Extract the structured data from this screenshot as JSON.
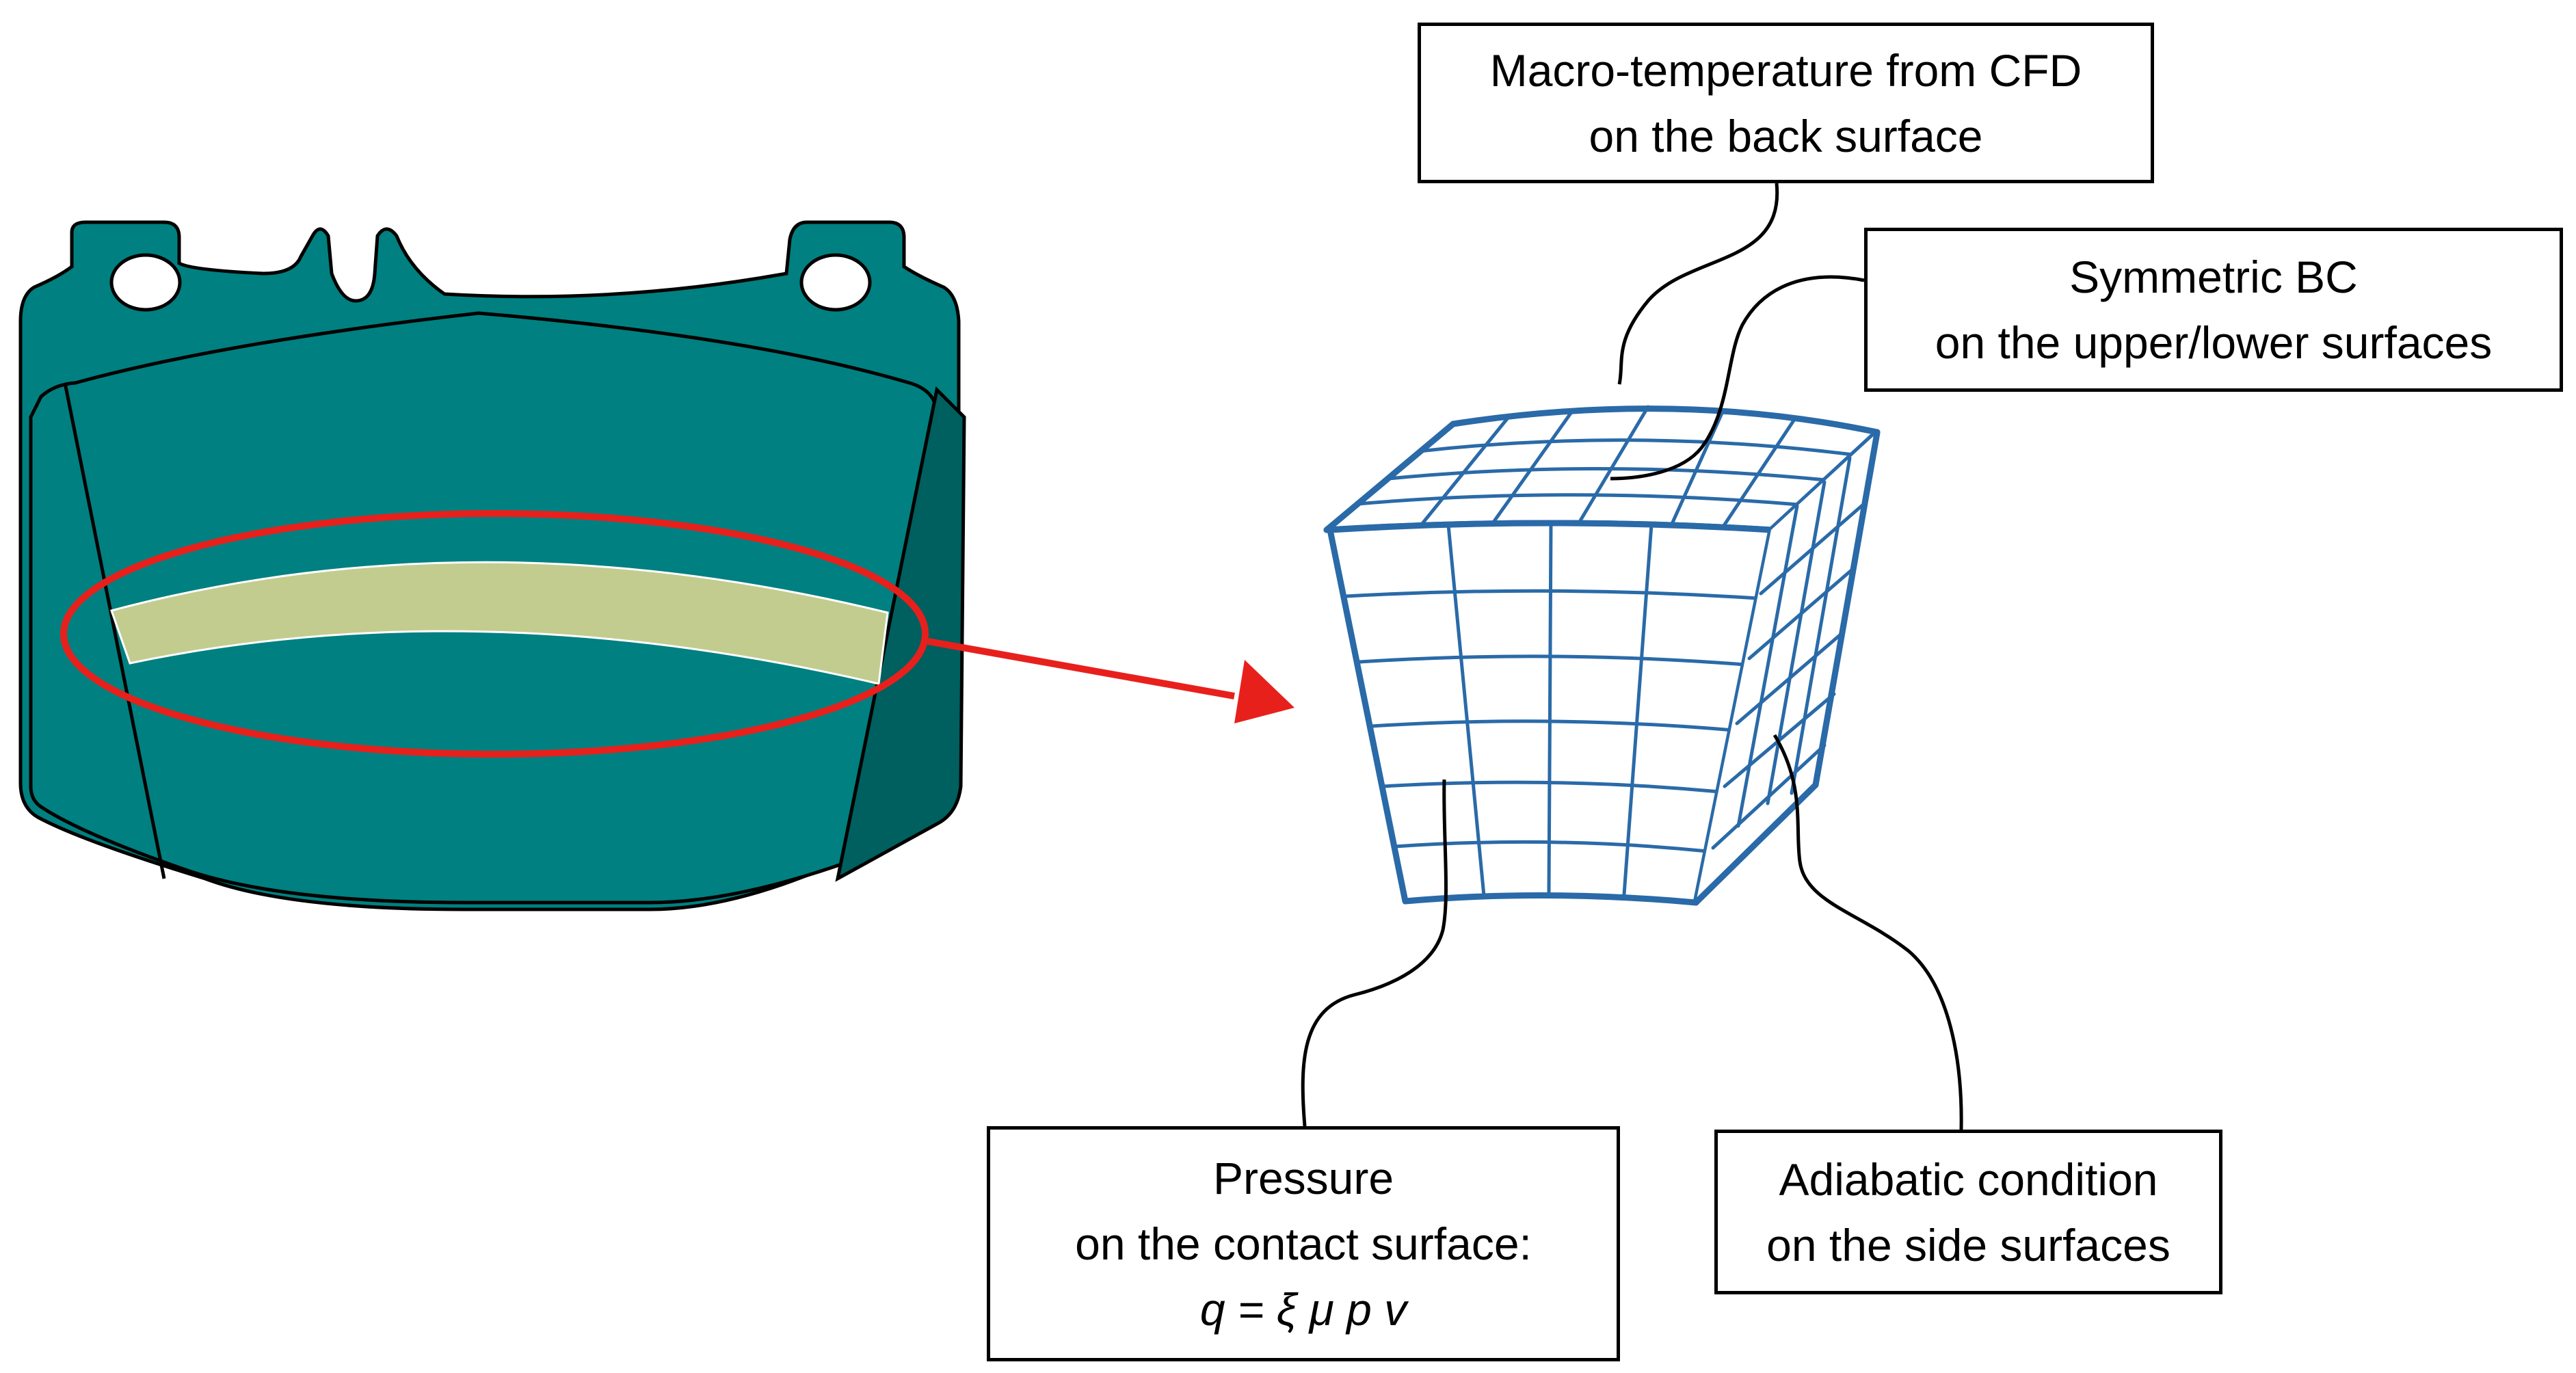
{
  "colors": {
    "pad_teal": "#008080",
    "pad_dark": "#005f5f",
    "friction_band": "#c3cc8f",
    "highlight_red": "#e8201c",
    "mesh_blue": "#2a6aa8",
    "outline_black": "#000000"
  },
  "labels": {
    "top": {
      "line1": "Macro-temperature from CFD",
      "line2": "on the back surface"
    },
    "right": {
      "line1": "Symmetric BC",
      "line2": "on the upper/lower surfaces"
    },
    "bottom_left": {
      "line1": "Pressure",
      "line2": "on the contact surface:",
      "formula": "q = ξ μ p v"
    },
    "bottom_right": {
      "line1": "Adiabatic condition",
      "line2": "on the side surfaces"
    }
  }
}
